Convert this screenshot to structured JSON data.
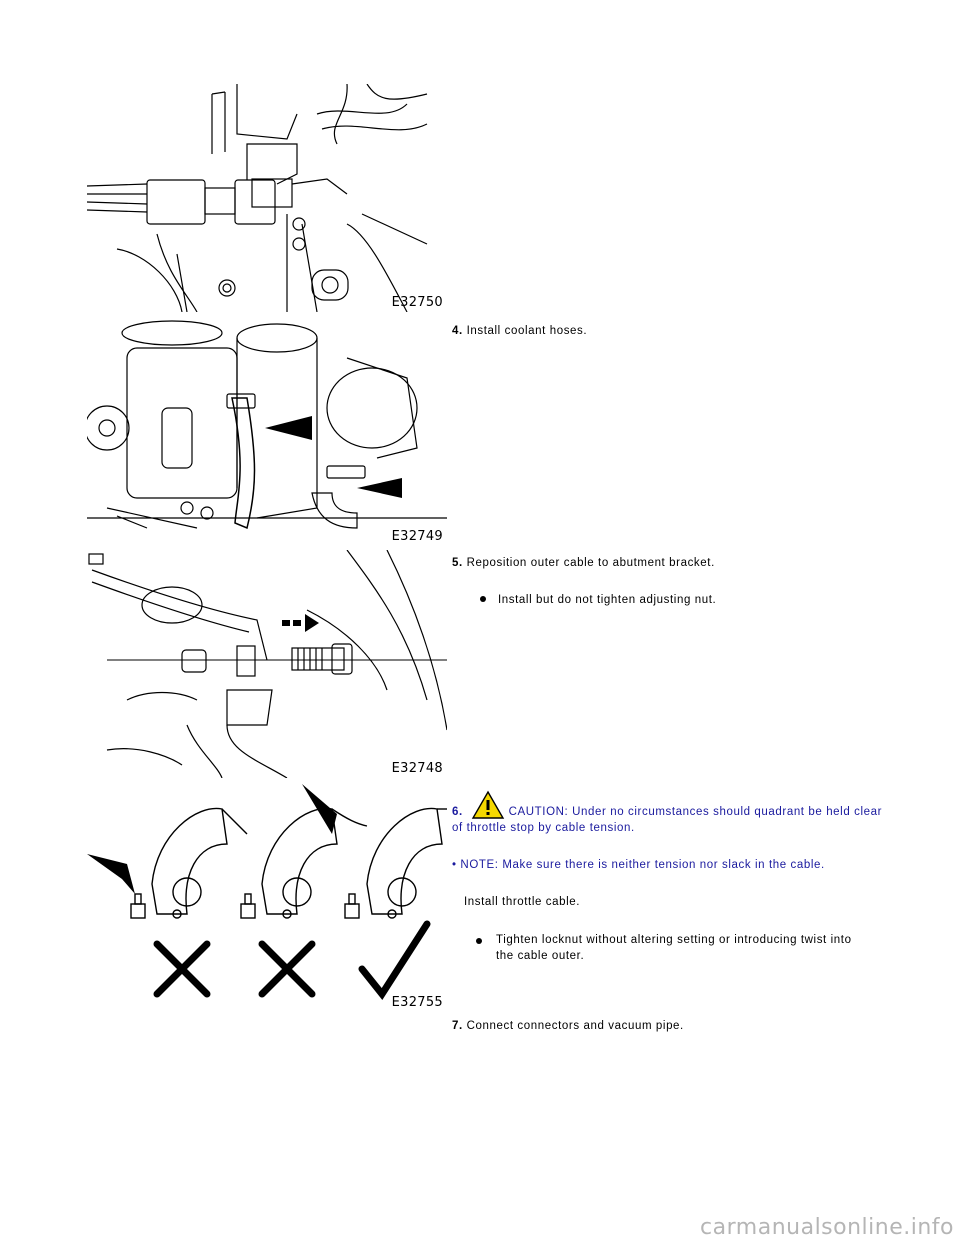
{
  "figures": [
    {
      "code": "E32750"
    },
    {
      "code": "E32749"
    },
    {
      "code": "E32748"
    },
    {
      "code": "E32755"
    }
  ],
  "steps": {
    "s4": {
      "num": "4.",
      "text": "Install coolant hoses."
    },
    "s5": {
      "num": "5.",
      "text": "Reposition outer cable to abutment bracket.",
      "sub": "Install but do not tighten adjusting nut."
    },
    "s6": {
      "num": "6.",
      "caution": "CAUTION: Under no circumstances should quadrant be held clear of throttle stop by cable tension.",
      "note": "• NOTE: Make sure there is neither tension nor slack in the cable.",
      "text": "Install throttle cable.",
      "sub": "Tighten locknut without altering setting or introducing twist into the cable outer."
    },
    "s7": {
      "num": "7.",
      "text": "Connect connectors and vacuum pipe."
    }
  },
  "footer": "carmanualsonline.info",
  "colors": {
    "note_blue": "#1a1a9e",
    "warning_yellow": "#f5d800"
  }
}
